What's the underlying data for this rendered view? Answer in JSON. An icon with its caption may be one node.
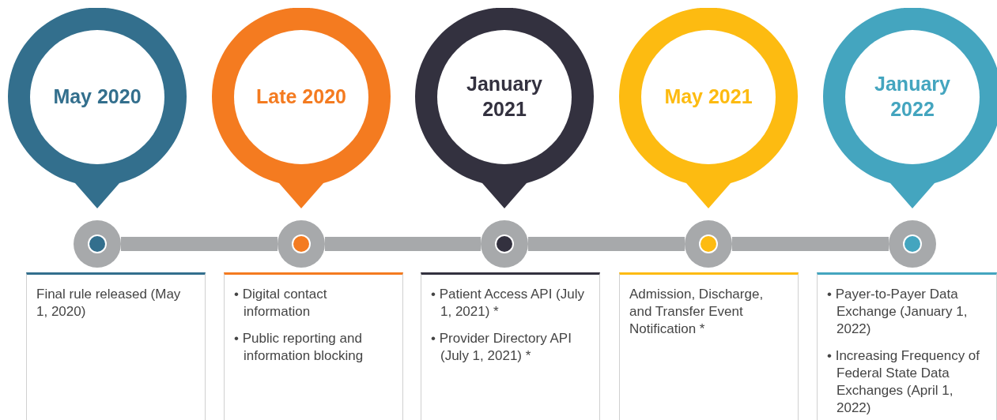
{
  "diagram": {
    "nodes": [
      {
        "text": [
          "May 2020"
        ]
      },
      {
        "text": [
          "Late 2020"
        ]
      },
      {
        "text": [
          "January 2021"
        ]
      },
      {
        "text": [
          "May 2021"
        ]
      },
      {
        "text": [
          "January 2022"
        ]
      },
      {
        "text": [],
        "shape": "circle"
      },
      {
        "text": [],
        "shape": "circle"
      },
      {
        "text": [],
        "shape": "circle"
      },
      {
        "text": [],
        "shape": "circle"
      },
      {
        "text": [],
        "shape": "circle"
      },
      {
        "text": [
          "Final rule released (May 1, 2020)"
        ]
      },
      {
        "text": [
          "• Digital contact information",
          "• Public reporting and information blocking"
        ]
      },
      {
        "text": [
          "• Patient Access API (July 1, 2021) *",
          "• Provider Directory API (July 1, 2021) *"
        ]
      },
      {
        "text": [
          "Admission, Discharge, and Transfer Event Notification *"
        ]
      },
      {
        "text": [
          "• Payer-to-Payer Data Exchange (January 1, 2022)",
          "• Increasing Frequency of Federal State Data Exchanges (April 1, 2022)"
        ]
      }
    ],
    "edges": [
      {
        "from": 5,
        "to": 6,
        "arrow": "none"
      },
      {
        "from": 6,
        "to": 7,
        "arrow": "none"
      },
      {
        "from": 7,
        "to": 8,
        "arrow": "none"
      },
      {
        "from": 8,
        "to": 9,
        "arrow": "none"
      }
    ]
  }
}
